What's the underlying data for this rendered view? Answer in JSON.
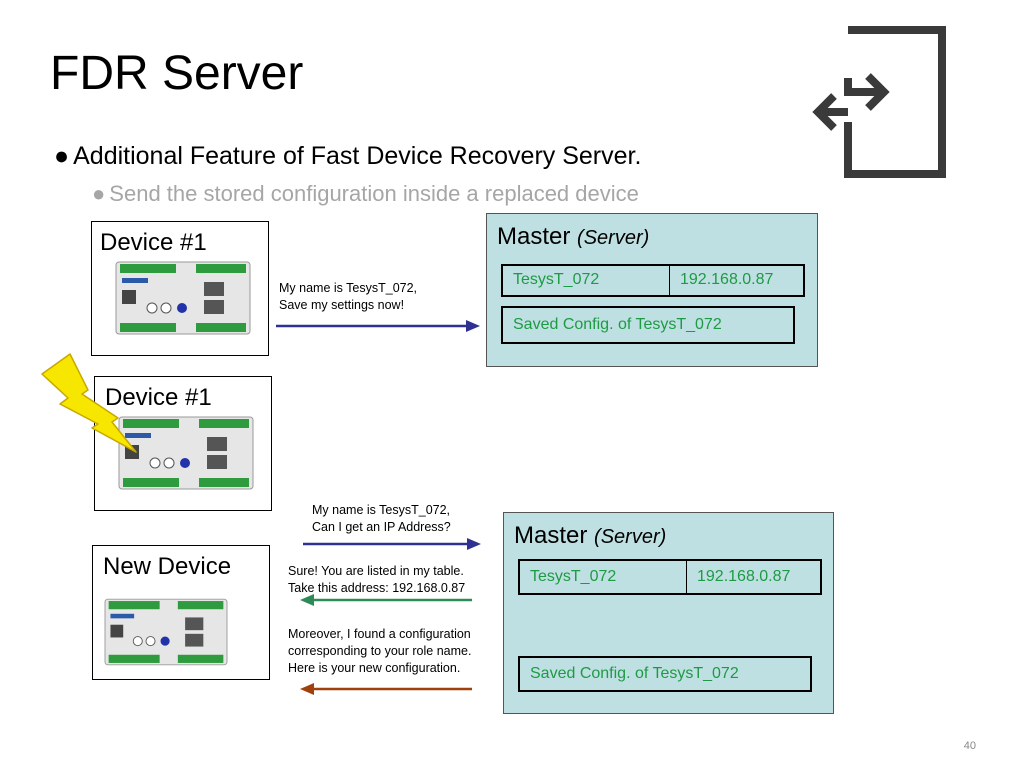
{
  "slide": {
    "title": "FDR Server",
    "bullet_main": "Additional Feature of Fast Device Recovery Server.",
    "bullet_sub": "Send the stored configuration inside a replaced device",
    "page_number": "40",
    "icon": "exit-door-icon"
  },
  "devices": [
    {
      "label": "Device #1"
    },
    {
      "label": "Device #1"
    },
    {
      "label": "New Device"
    }
  ],
  "master_top": {
    "title": "Master",
    "subtitle": "(Server)",
    "row": {
      "name": "TesysT_072",
      "ip": "192.168.0.87"
    },
    "config": "Saved Config. of TesysT_072"
  },
  "master_bottom": {
    "title": "Master",
    "subtitle": "(Server)",
    "row": {
      "name": "TesysT_072",
      "ip": "192.168.0.87"
    },
    "config": "Saved Config. of TesysT_072"
  },
  "messages": {
    "save_request": [
      "My name is TesysT_072,",
      "Save my settings now!"
    ],
    "ip_request": [
      "My name is TesysT_072,",
      "Can I get an IP Address?"
    ],
    "ip_reply": [
      "Sure! You are listed in my table.",
      "Take this address: 192.168.0.87"
    ],
    "config_reply": [
      "Moreover, I found a configuration",
      "corresponding to your role name.",
      "Here is your new configuration."
    ]
  },
  "colors": {
    "arrow_blue": "#2e3192",
    "arrow_green": "#2e8b57",
    "arrow_brown": "#a0410d",
    "server_bg": "#bfe0e2",
    "table_text": "#1e9a44",
    "lightning": "#f7e600"
  }
}
